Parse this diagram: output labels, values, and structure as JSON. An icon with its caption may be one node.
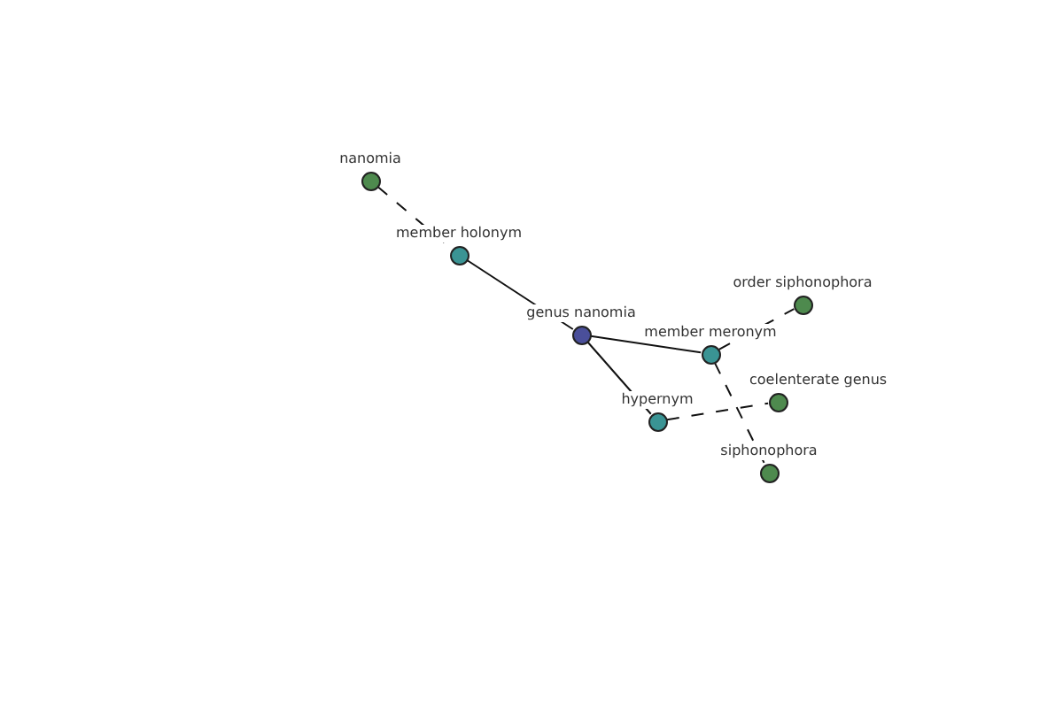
{
  "diagram": {
    "nodes": [
      {
        "text": [
          "nanomia"
        ]
      },
      {
        "text": [
          "member holonym"
        ]
      },
      {
        "text": [
          "genus nanomia"
        ]
      },
      {
        "text": [
          "member meronym"
        ]
      },
      {
        "text": [
          "order siphonophora"
        ]
      },
      {
        "text": [
          "hypernym"
        ]
      },
      {
        "text": [
          "coelenterate genus"
        ]
      },
      {
        "text": [
          "siphonophora"
        ]
      }
    ],
    "edges": [
      {
        "from": 0,
        "to": 1,
        "arrow": "none",
        "style": "dashed"
      },
      {
        "from": 1,
        "to": 2,
        "arrow": "none"
      },
      {
        "from": 2,
        "to": 3,
        "arrow": "none"
      },
      {
        "from": 2,
        "to": 5,
        "arrow": "none"
      },
      {
        "from": 3,
        "to": 4,
        "arrow": "none",
        "style": "dashed"
      },
      {
        "from": 3,
        "to": 7,
        "arrow": "none",
        "style": "dashed"
      },
      {
        "from": 5,
        "to": 6,
        "arrow": "none",
        "style": "dashed"
      }
    ]
  }
}
